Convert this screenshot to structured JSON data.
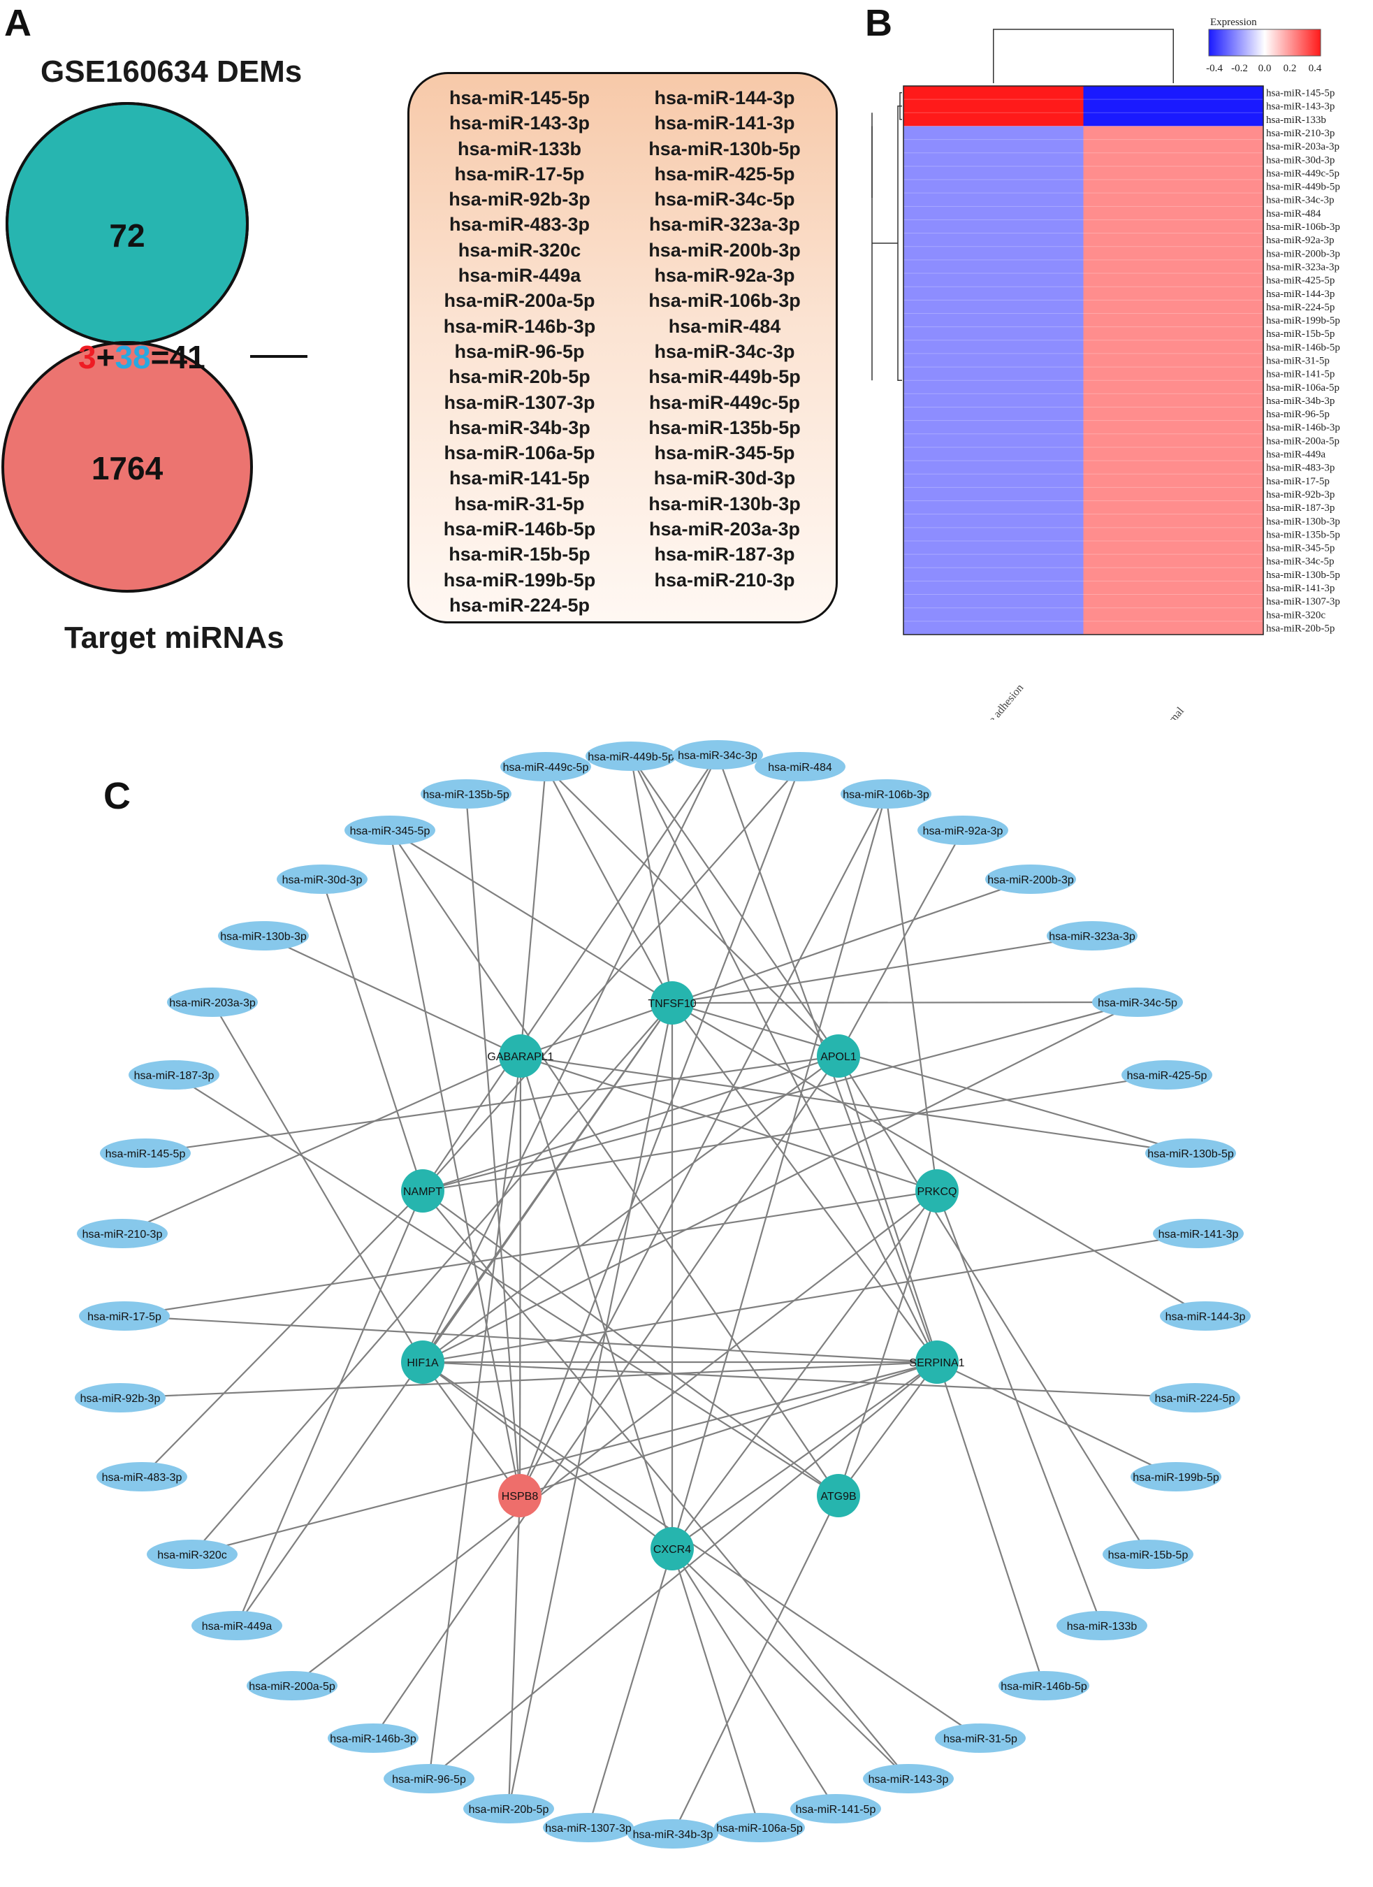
{
  "panels": {
    "a": "A",
    "b": "B",
    "c": "C"
  },
  "venn": {
    "top_title": "GSE160634 DEMs",
    "bottom_title": "Target miRNAs",
    "top_only": "72",
    "bottom_only": "1764",
    "overlap": {
      "red": "3",
      "plus": "+",
      "blue": "38",
      "rest": "=41"
    },
    "colors": {
      "top": "#27b5b0",
      "bottom": "#ec7470",
      "overlap": "#c3646a",
      "red_text": "#ee1c24",
      "blue_text": "#29a8e0"
    }
  },
  "mirna_list": {
    "left": [
      "hsa-miR-145-5p",
      "hsa-miR-143-3p",
      "hsa-miR-133b",
      "hsa-miR-17-5p",
      "hsa-miR-92b-3p",
      "hsa-miR-483-3p",
      "hsa-miR-320c",
      "hsa-miR-449a",
      "hsa-miR-200a-5p",
      "hsa-miR-146b-3p",
      "hsa-miR-96-5p",
      "hsa-miR-20b-5p",
      "hsa-miR-1307-3p",
      "hsa-miR-34b-3p",
      "hsa-miR-106a-5p",
      "hsa-miR-141-5p",
      "hsa-miR-31-5p",
      "hsa-miR-146b-5p",
      "hsa-miR-15b-5p",
      "hsa-miR-199b-5p",
      "hsa-miR-224-5p"
    ],
    "right": [
      "hsa-miR-144-3p",
      "hsa-miR-141-3p",
      "hsa-miR-130b-5p",
      "hsa-miR-425-5p",
      "hsa-miR-34c-5p",
      "hsa-miR-323a-3p",
      "hsa-miR-200b-3p",
      "hsa-miR-92a-3p",
      "hsa-miR-106b-3p",
      "hsa-miR-484",
      "hsa-miR-34c-3p",
      "hsa-miR-449b-5p",
      "hsa-miR-449c-5p",
      "hsa-miR-135b-5p",
      "hsa-miR-345-5p",
      "hsa-miR-30d-3p",
      "hsa-miR-130b-3p",
      "hsa-miR-203a-3p",
      "hsa-miR-187-3p",
      "hsa-miR-210-3p"
    ]
  },
  "chart_data": {
    "type": "heatmap",
    "legend": {
      "title": "Expression",
      "ticks": [
        "-0.4",
        "-0.2",
        "0.0",
        "0.2",
        "0.4"
      ],
      "range": [
        -0.4,
        0.4
      ],
      "low_color": "#1a1aff",
      "mid_color": "#ffffff",
      "high_color": "#ff1a1a"
    },
    "columns": [
      "Intrauterine adhesion",
      "Normal"
    ],
    "rows": [
      "hsa-miR-145-5p",
      "hsa-miR-143-3p",
      "hsa-miR-133b",
      "hsa-miR-210-3p",
      "hsa-miR-203a-3p",
      "hsa-miR-30d-3p",
      "hsa-miR-449c-5p",
      "hsa-miR-449b-5p",
      "hsa-miR-34c-3p",
      "hsa-miR-484",
      "hsa-miR-106b-3p",
      "hsa-miR-92a-3p",
      "hsa-miR-200b-3p",
      "hsa-miR-323a-3p",
      "hsa-miR-425-5p",
      "hsa-miR-144-3p",
      "hsa-miR-224-5p",
      "hsa-miR-199b-5p",
      "hsa-miR-15b-5p",
      "hsa-miR-146b-5p",
      "hsa-miR-31-5p",
      "hsa-miR-141-5p",
      "hsa-miR-106a-5p",
      "hsa-miR-34b-3p",
      "hsa-miR-96-5p",
      "hsa-miR-146b-3p",
      "hsa-miR-200a-5p",
      "hsa-miR-449a",
      "hsa-miR-483-3p",
      "hsa-miR-17-5p",
      "hsa-miR-92b-3p",
      "hsa-miR-187-3p",
      "hsa-miR-130b-3p",
      "hsa-miR-135b-5p",
      "hsa-miR-345-5p",
      "hsa-miR-34c-5p",
      "hsa-miR-130b-5p",
      "hsa-miR-141-3p",
      "hsa-miR-1307-3p",
      "hsa-miR-320c",
      "hsa-miR-20b-5p"
    ],
    "values": [
      [
        0.5,
        -0.5
      ],
      [
        0.5,
        -0.5
      ],
      [
        0.5,
        -0.5
      ],
      [
        -0.2,
        0.2
      ],
      [
        -0.2,
        0.2
      ],
      [
        -0.2,
        0.2
      ],
      [
        -0.2,
        0.2
      ],
      [
        -0.2,
        0.2
      ],
      [
        -0.2,
        0.2
      ],
      [
        -0.2,
        0.2
      ],
      [
        -0.2,
        0.2
      ],
      [
        -0.2,
        0.2
      ],
      [
        -0.2,
        0.2
      ],
      [
        -0.2,
        0.2
      ],
      [
        -0.2,
        0.2
      ],
      [
        -0.2,
        0.2
      ],
      [
        -0.2,
        0.2
      ],
      [
        -0.2,
        0.2
      ],
      [
        -0.2,
        0.2
      ],
      [
        -0.2,
        0.2
      ],
      [
        -0.2,
        0.2
      ],
      [
        -0.2,
        0.2
      ],
      [
        -0.2,
        0.2
      ],
      [
        -0.2,
        0.2
      ],
      [
        -0.2,
        0.2
      ],
      [
        -0.2,
        0.2
      ],
      [
        -0.2,
        0.2
      ],
      [
        -0.2,
        0.2
      ],
      [
        -0.2,
        0.2
      ],
      [
        -0.2,
        0.2
      ],
      [
        -0.2,
        0.2
      ],
      [
        -0.2,
        0.2
      ],
      [
        -0.2,
        0.2
      ],
      [
        -0.2,
        0.2
      ],
      [
        -0.2,
        0.2
      ],
      [
        -0.2,
        0.2
      ],
      [
        -0.2,
        0.2
      ],
      [
        -0.2,
        0.2
      ],
      [
        -0.2,
        0.2
      ],
      [
        -0.2,
        0.2
      ],
      [
        -0.2,
        0.2
      ]
    ]
  },
  "network": {
    "colors": {
      "mirna": "#87c8eb",
      "gene": "#26b5ae",
      "hub": "#ee6e6b",
      "edge": "#7f7f7f"
    },
    "genes": [
      {
        "id": "TNFSF10",
        "hub": false
      },
      {
        "id": "GABARAPL1",
        "hub": false
      },
      {
        "id": "APOL1",
        "hub": false
      },
      {
        "id": "NAMPT",
        "hub": false
      },
      {
        "id": "PRKCQ",
        "hub": false
      },
      {
        "id": "HIF1A",
        "hub": false
      },
      {
        "id": "SERPINA1",
        "hub": false
      },
      {
        "id": "HSPB8",
        "hub": true
      },
      {
        "id": "ATG9B",
        "hub": false
      },
      {
        "id": "CXCR4",
        "hub": false
      }
    ],
    "mirnas": [
      "hsa-miR-449b-5p",
      "hsa-miR-34c-3p",
      "hsa-miR-484",
      "hsa-miR-106b-3p",
      "hsa-miR-92a-3p",
      "hsa-miR-200b-3p",
      "hsa-miR-323a-3p",
      "hsa-miR-34c-5p",
      "hsa-miR-425-5p",
      "hsa-miR-130b-5p",
      "hsa-miR-141-3p",
      "hsa-miR-144-3p",
      "hsa-miR-224-5p",
      "hsa-miR-199b-5p",
      "hsa-miR-15b-5p",
      "hsa-miR-133b",
      "hsa-miR-146b-5p",
      "hsa-miR-31-5p",
      "hsa-miR-143-3p",
      "hsa-miR-141-5p",
      "hsa-miR-106a-5p",
      "hsa-miR-34b-3p",
      "hsa-miR-1307-3p",
      "hsa-miR-20b-5p",
      "hsa-miR-96-5p",
      "hsa-miR-146b-3p",
      "hsa-miR-200a-5p",
      "hsa-miR-449a",
      "hsa-miR-320c",
      "hsa-miR-483-3p",
      "hsa-miR-92b-3p",
      "hsa-miR-17-5p",
      "hsa-miR-210-3p",
      "hsa-miR-145-5p",
      "hsa-miR-187-3p",
      "hsa-miR-203a-3p",
      "hsa-miR-130b-3p",
      "hsa-miR-30d-3p",
      "hsa-miR-345-5p",
      "hsa-miR-135b-5p",
      "hsa-miR-449c-5p"
    ],
    "edges": [
      [
        "hsa-miR-449c-5p",
        "TNFSF10"
      ],
      [
        "hsa-miR-449c-5p",
        "APOL1"
      ],
      [
        "hsa-miR-449c-5p",
        "GABARAPL1"
      ],
      [
        "hsa-miR-449b-5p",
        "TNFSF10"
      ],
      [
        "hsa-miR-449b-5p",
        "SERPINA1"
      ],
      [
        "hsa-miR-449b-5p",
        "APOL1"
      ],
      [
        "hsa-miR-34c-3p",
        "NAMPT"
      ],
      [
        "hsa-miR-34c-3p",
        "HIF1A"
      ],
      [
        "hsa-miR-34c-3p",
        "SERPINA1"
      ],
      [
        "hsa-miR-484",
        "HSPB8"
      ],
      [
        "hsa-miR-484",
        "NAMPT"
      ],
      [
        "hsa-miR-106b-3p",
        "HSPB8"
      ],
      [
        "hsa-miR-106b-3p",
        "PRKCQ"
      ],
      [
        "hsa-miR-106b-3p",
        "CXCR4"
      ],
      [
        "hsa-miR-92a-3p",
        "APOL1"
      ],
      [
        "hsa-miR-200b-3p",
        "GABARAPL1"
      ],
      [
        "hsa-miR-323a-3p",
        "TNFSF10"
      ],
      [
        "hsa-miR-34c-5p",
        "HIF1A"
      ],
      [
        "hsa-miR-34c-5p",
        "NAMPT"
      ],
      [
        "hsa-miR-34c-5p",
        "TNFSF10"
      ],
      [
        "hsa-miR-425-5p",
        "NAMPT"
      ],
      [
        "hsa-miR-130b-5p",
        "TNFSF10"
      ],
      [
        "hsa-miR-130b-5p",
        "GABARAPL1"
      ],
      [
        "hsa-miR-141-3p",
        "HIF1A"
      ],
      [
        "hsa-miR-144-3p",
        "TNFSF10"
      ],
      [
        "hsa-miR-224-5p",
        "HIF1A"
      ],
      [
        "hsa-miR-199b-5p",
        "SERPINA1"
      ],
      [
        "hsa-miR-15b-5p",
        "APOL1"
      ],
      [
        "hsa-miR-133b",
        "PRKCQ"
      ],
      [
        "hsa-miR-146b-5p",
        "APOL1"
      ],
      [
        "hsa-miR-31-5p",
        "HIF1A"
      ],
      [
        "hsa-miR-143-3p",
        "NAMPT"
      ],
      [
        "hsa-miR-143-3p",
        "CXCR4"
      ],
      [
        "hsa-miR-141-5p",
        "CXCR4"
      ],
      [
        "hsa-miR-106a-5p",
        "CXCR4"
      ],
      [
        "hsa-miR-34b-3p",
        "ATG9B"
      ],
      [
        "hsa-miR-1307-3p",
        "CXCR4"
      ],
      [
        "hsa-miR-20b-5p",
        "TNFSF10"
      ],
      [
        "hsa-miR-20b-5p",
        "HSPB8"
      ],
      [
        "hsa-miR-96-5p",
        "GABARAPL1"
      ],
      [
        "hsa-miR-96-5p",
        "SERPINA1"
      ],
      [
        "hsa-miR-146b-3p",
        "APOL1"
      ],
      [
        "hsa-miR-200a-5p",
        "PRKCQ"
      ],
      [
        "hsa-miR-449a",
        "TNFSF10"
      ],
      [
        "hsa-miR-449a",
        "NAMPT"
      ],
      [
        "hsa-miR-320c",
        "SERPINA1"
      ],
      [
        "hsa-miR-320c",
        "TNFSF10"
      ],
      [
        "hsa-miR-483-3p",
        "NAMPT"
      ],
      [
        "hsa-miR-92b-3p",
        "SERPINA1"
      ],
      [
        "hsa-miR-17-5p",
        "PRKCQ"
      ],
      [
        "hsa-miR-17-5p",
        "SERPINA1"
      ],
      [
        "hsa-miR-210-3p",
        "GABARAPL1"
      ],
      [
        "hsa-miR-145-5p",
        "APOL1"
      ],
      [
        "hsa-miR-187-3p",
        "ATG9B"
      ],
      [
        "hsa-miR-203a-3p",
        "HIF1A"
      ],
      [
        "hsa-miR-130b-3p",
        "GABARAPL1"
      ],
      [
        "hsa-miR-30d-3p",
        "NAMPT"
      ],
      [
        "hsa-miR-345-5p",
        "ATG9B"
      ],
      [
        "hsa-miR-345-5p",
        "HSPB8"
      ],
      [
        "hsa-miR-345-5p",
        "TNFSF10"
      ],
      [
        "hsa-miR-135b-5p",
        "HSPB8"
      ],
      [
        "GABARAPL1",
        "HSPB8"
      ],
      [
        "GABARAPL1",
        "PRKCQ"
      ],
      [
        "GABARAPL1",
        "CXCR4"
      ],
      [
        "TNFSF10",
        "HIF1A"
      ],
      [
        "TNFSF10",
        "SERPINA1"
      ],
      [
        "TNFSF10",
        "CXCR4"
      ],
      [
        "APOL1",
        "NAMPT"
      ],
      [
        "APOL1",
        "HIF1A"
      ],
      [
        "NAMPT",
        "ATG9B"
      ],
      [
        "HIF1A",
        "SERPINA1"
      ],
      [
        "HIF1A",
        "HSPB8"
      ],
      [
        "HIF1A",
        "CXCR4"
      ],
      [
        "SERPINA1",
        "HSPB8"
      ],
      [
        "SERPINA1",
        "ATG9B"
      ],
      [
        "SERPINA1",
        "CXCR4"
      ],
      [
        "PRKCQ",
        "ATG9B"
      ],
      [
        "PRKCQ",
        "CXCR4"
      ]
    ]
  }
}
